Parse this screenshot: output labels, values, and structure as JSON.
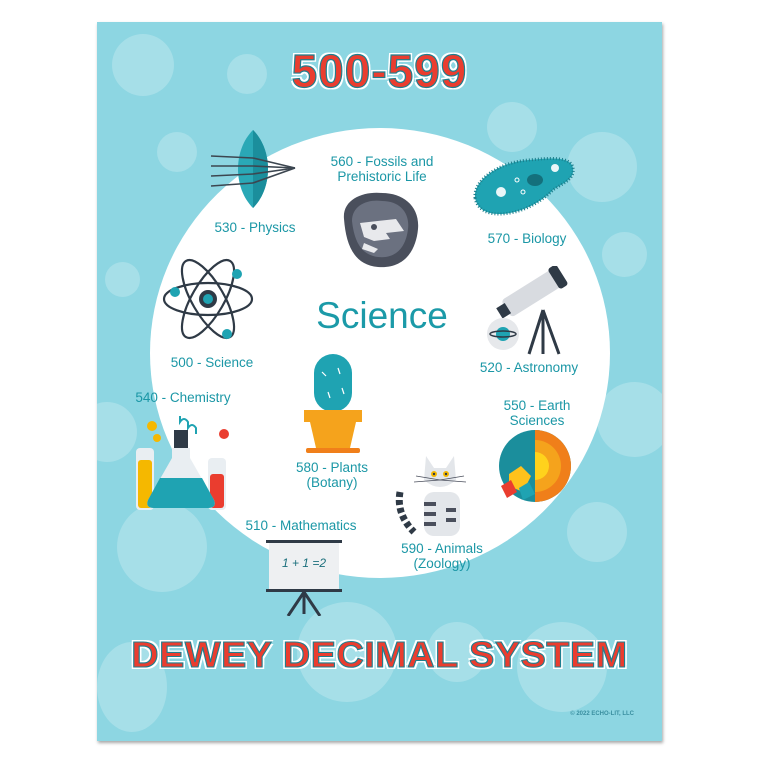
{
  "poster": {
    "range": "500-599",
    "center_label": "Science",
    "title": "DEWEY DECIMAL SYSTEM",
    "copyright": "© 2022 ECHO-LIT, LLC",
    "colors": {
      "background": "#8dd6e2",
      "circle": "#ffffff",
      "title_red": "#ea3d2f",
      "label_teal": "#1b97a6"
    }
  },
  "categories": [
    {
      "code": "530",
      "label": "530 - Physics",
      "icon": "lens-icon"
    },
    {
      "code": "560",
      "label": "560 - Fossils and",
      "label2": "Prehistoric Life",
      "icon": "fossil-icon"
    },
    {
      "code": "570",
      "label": "570 - Biology",
      "icon": "paramecium-icon"
    },
    {
      "code": "500",
      "label": "500 - Science",
      "icon": "atom-icon"
    },
    {
      "code": "520",
      "label": "520 - Astronomy",
      "icon": "telescope-icon"
    },
    {
      "code": "540",
      "label": "540 - Chemistry",
      "icon": "lab-flasks-icon"
    },
    {
      "code": "580",
      "label": "580 - Plants",
      "label2": "(Botany)",
      "icon": "cactus-icon"
    },
    {
      "code": "550",
      "label": "550 - Earth",
      "label2": "Sciences",
      "icon": "earth-layers-icon"
    },
    {
      "code": "510",
      "label": "510 - Mathematics",
      "icon": "whiteboard-icon",
      "board_text": "1 + 1 =2"
    },
    {
      "code": "590",
      "label": "590 - Animals",
      "label2": "(Zoology)",
      "icon": "cat-icon"
    }
  ]
}
